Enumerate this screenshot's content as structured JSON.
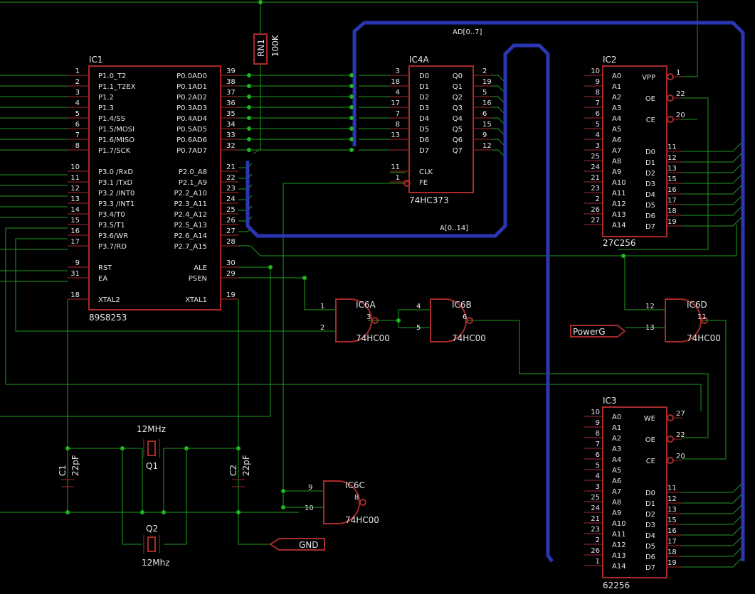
{
  "ic1": {
    "name": "IC1",
    "part": "89S8253",
    "left_pins": [
      {
        "n": "1",
        "l": "P1.0_T2"
      },
      {
        "n": "2",
        "l": "P1.1_T2EX"
      },
      {
        "n": "3",
        "l": "P1.2"
      },
      {
        "n": "4",
        "l": "P1.3"
      },
      {
        "n": "5",
        "l": "P1.4/SS"
      },
      {
        "n": "6",
        "l": "P1.5/MOSI"
      },
      {
        "n": "7",
        "l": "P1.6/MISO"
      },
      {
        "n": "8",
        "l": "P1.7/SCK"
      },
      {
        "n": "10",
        "l": "P3.0 /RxD"
      },
      {
        "n": "11",
        "l": "P3.1 /TxD"
      },
      {
        "n": "12",
        "l": "P3.2 /INT0"
      },
      {
        "n": "13",
        "l": "P3.3 /INT1"
      },
      {
        "n": "14",
        "l": "P3.4/T0"
      },
      {
        "n": "15",
        "l": "P3.5/T1"
      },
      {
        "n": "16",
        "l": "P3.6/WR"
      },
      {
        "n": "17",
        "l": "P3.7/RD"
      },
      {
        "n": "9",
        "l": "RST"
      },
      {
        "n": "31",
        "l": "EA"
      },
      {
        "n": "18",
        "l": "XTAL2"
      }
    ],
    "right_pins": [
      {
        "n": "39",
        "l": "P0.0AD0"
      },
      {
        "n": "38",
        "l": "P0.1AD1"
      },
      {
        "n": "37",
        "l": "P0.2AD2"
      },
      {
        "n": "36",
        "l": "P0.3AD3"
      },
      {
        "n": "35",
        "l": "P0.4AD4"
      },
      {
        "n": "34",
        "l": "P0.5AD5"
      },
      {
        "n": "33",
        "l": "P0.6AD6"
      },
      {
        "n": "32",
        "l": "P0.7AD7"
      },
      {
        "n": "21",
        "l": "P2.0_A8"
      },
      {
        "n": "22",
        "l": "P2.1_A9"
      },
      {
        "n": "23",
        "l": "P2.2_A10"
      },
      {
        "n": "24",
        "l": "P2.3_A11"
      },
      {
        "n": "25",
        "l": "P2.4_A12"
      },
      {
        "n": "26",
        "l": "P2.5_A13"
      },
      {
        "n": "27",
        "l": "P2.6_A14"
      },
      {
        "n": "28",
        "l": "P2.7_A15"
      },
      {
        "n": "30",
        "l": "ALE"
      },
      {
        "n": "29",
        "l": "PSEN"
      },
      {
        "n": "19",
        "l": "XTAL1"
      }
    ]
  },
  "ic4a": {
    "name": "IC4A",
    "part": "74HC373",
    "left_pins": [
      {
        "n": "3",
        "l": "D0"
      },
      {
        "n": "18",
        "l": "D1"
      },
      {
        "n": "4",
        "l": "D2"
      },
      {
        "n": "17",
        "l": "D3"
      },
      {
        "n": "7",
        "l": "D4"
      },
      {
        "n": "8",
        "l": "D5"
      },
      {
        "n": "13",
        "l": "D6"
      },
      {
        "n": "",
        "l": "D7"
      },
      {
        "n": "11",
        "l": "CLK"
      },
      {
        "n": "1",
        "l": "FE"
      }
    ],
    "right_pins": [
      {
        "n": "2",
        "l": "Q0"
      },
      {
        "n": "19",
        "l": "Q1"
      },
      {
        "n": "5",
        "l": "Q2"
      },
      {
        "n": "16",
        "l": "Q3"
      },
      {
        "n": "6",
        "l": "Q4"
      },
      {
        "n": "15",
        "l": "Q5"
      },
      {
        "n": "9",
        "l": "Q6"
      },
      {
        "n": "12",
        "l": "Q7"
      }
    ]
  },
  "ic2": {
    "name": "IC2",
    "part": "27C256",
    "left_pins": [
      {
        "n": "10",
        "l": "A0"
      },
      {
        "n": "9",
        "l": "A1"
      },
      {
        "n": "8",
        "l": "A2"
      },
      {
        "n": "7",
        "l": "A3"
      },
      {
        "n": "6",
        "l": "A4"
      },
      {
        "n": "5",
        "l": "A5"
      },
      {
        "n": "4",
        "l": "A6"
      },
      {
        "n": "3",
        "l": "A7"
      },
      {
        "n": "25",
        "l": "A8"
      },
      {
        "n": "24",
        "l": "A9"
      },
      {
        "n": "21",
        "l": "A10"
      },
      {
        "n": "23",
        "l": "A11"
      },
      {
        "n": "2",
        "l": "A12"
      },
      {
        "n": "26",
        "l": "A13"
      },
      {
        "n": "27",
        "l": "A14"
      }
    ],
    "right_top": [
      {
        "n": "1",
        "l": "VPP"
      },
      {
        "n": "22",
        "l": "OE"
      },
      {
        "n": "20",
        "l": "CE"
      }
    ],
    "right_data": [
      {
        "n": "11",
        "l": "D0"
      },
      {
        "n": "12",
        "l": "D1"
      },
      {
        "n": "13",
        "l": "D2"
      },
      {
        "n": "15",
        "l": "D3"
      },
      {
        "n": "16",
        "l": "D4"
      },
      {
        "n": "17",
        "l": "D5"
      },
      {
        "n": "18",
        "l": "D6"
      },
      {
        "n": "19",
        "l": "D7"
      }
    ]
  },
  "ic3": {
    "name": "IC3",
    "part": "62256",
    "left_pins": [
      {
        "n": "10",
        "l": "A0"
      },
      {
        "n": "9",
        "l": "A1"
      },
      {
        "n": "8",
        "l": "A2"
      },
      {
        "n": "7",
        "l": "A3"
      },
      {
        "n": "6",
        "l": "A4"
      },
      {
        "n": "5",
        "l": "A5"
      },
      {
        "n": "4",
        "l": "A6"
      },
      {
        "n": "3",
        "l": "A7"
      },
      {
        "n": "25",
        "l": "A8"
      },
      {
        "n": "24",
        "l": "A9"
      },
      {
        "n": "21",
        "l": "A10"
      },
      {
        "n": "23",
        "l": "A11"
      },
      {
        "n": "2",
        "l": "A12"
      },
      {
        "n": "26",
        "l": "A13"
      },
      {
        "n": "1",
        "l": "A14"
      }
    ],
    "right_top": [
      {
        "n": "27",
        "l": "WE"
      },
      {
        "n": "22",
        "l": "OE"
      },
      {
        "n": "20",
        "l": "CE"
      }
    ],
    "right_data": [
      {
        "n": "11",
        "l": "D0"
      },
      {
        "n": "12",
        "l": "D1"
      },
      {
        "n": "13",
        "l": "D2"
      },
      {
        "n": "15",
        "l": "D3"
      },
      {
        "n": "16",
        "l": "D4"
      },
      {
        "n": "17",
        "l": "D5"
      },
      {
        "n": "18",
        "l": "D6"
      },
      {
        "n": "19",
        "l": "D7"
      }
    ]
  },
  "gates": [
    {
      "id": "IC6A",
      "part": "74HC00",
      "in1": "1",
      "in2": "2",
      "out": "3"
    },
    {
      "id": "IC6B",
      "part": "74HC00",
      "in1": "4",
      "in2": "5",
      "out": "6"
    },
    {
      "id": "IC6C",
      "part": "74HC00",
      "in1": "9",
      "in2": "10",
      "out": "8"
    },
    {
      "id": "IC6D",
      "part": "74HC00",
      "in1": "12",
      "in2": "13",
      "out": "11"
    }
  ],
  "buses": {
    "ad": "AD[0..7]",
    "a": "A[0..14]"
  },
  "rn1": {
    "name": "RN1",
    "value": "100K"
  },
  "caps": [
    {
      "name": "C1",
      "value": "22pF"
    },
    {
      "name": "C2",
      "value": "22pF"
    }
  ],
  "crystals": [
    {
      "name": "Q1",
      "value": "12MHz"
    },
    {
      "name": "Q2",
      "value": "12Mhz"
    }
  ],
  "ports": {
    "powerg": "PowerG",
    "gnd": "GND"
  }
}
